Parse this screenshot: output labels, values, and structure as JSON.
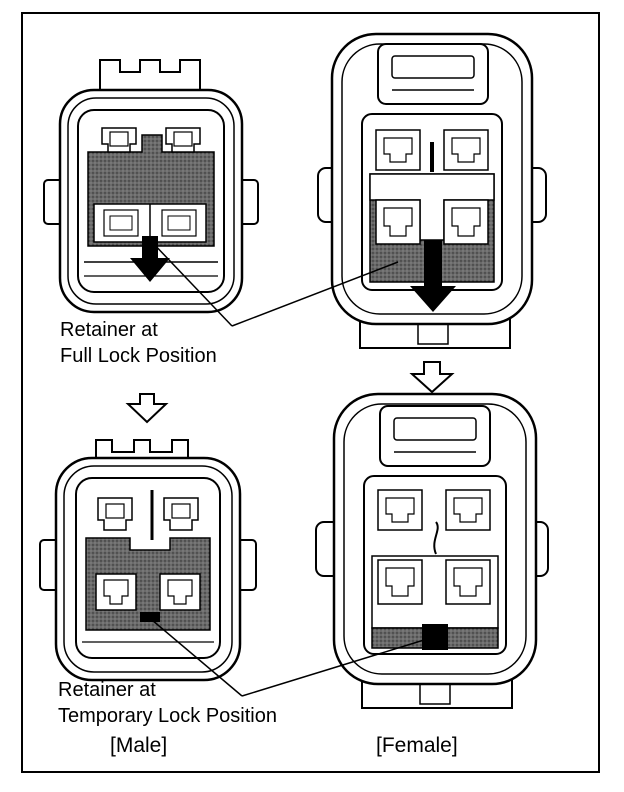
{
  "labels": {
    "full_lock_line1": "Retainer at",
    "full_lock_line2": "Full Lock Position",
    "temp_lock_line1": "Retainer at",
    "temp_lock_line2": "Temporary Lock Position",
    "male_caption": "[Male]",
    "female_caption": "[Female]"
  },
  "colors": {
    "ink": "#000000",
    "retainer_shade": "#5a5a5a",
    "background": "#ffffff"
  }
}
